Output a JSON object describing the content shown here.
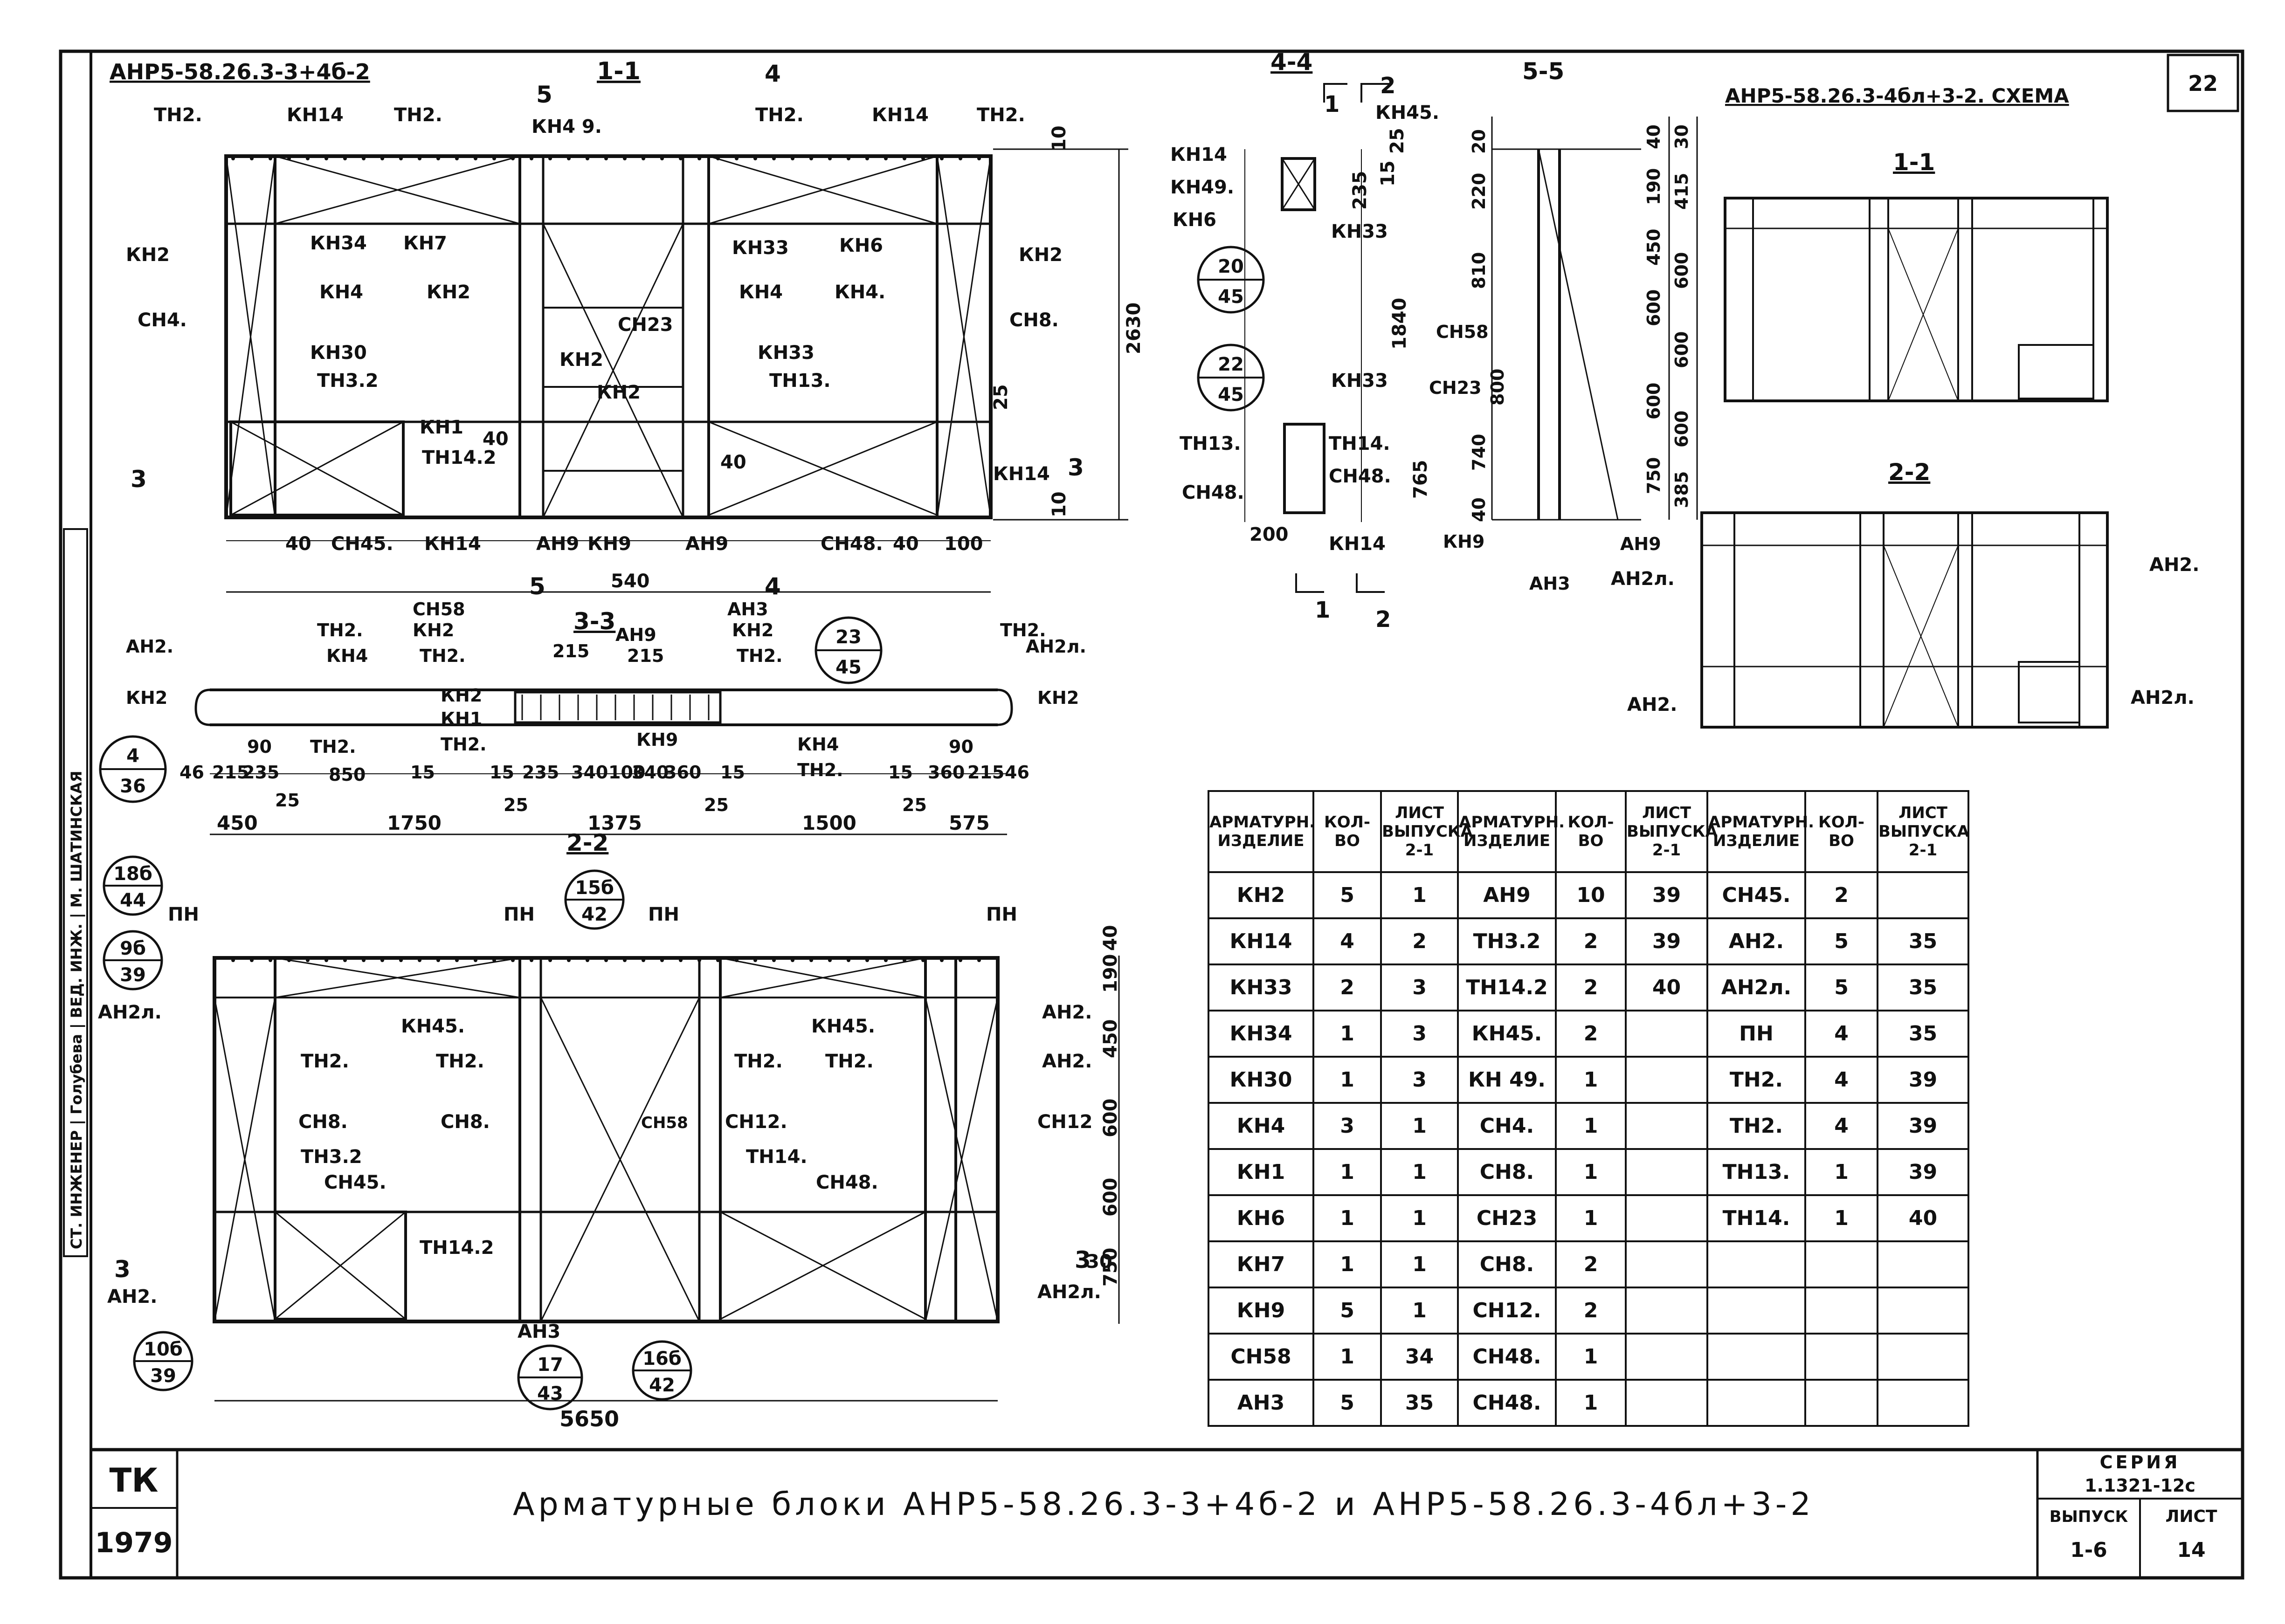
{
  "sheet": {
    "top_label": "АНР5-58.26.3-3+4б-2",
    "scheme_label": "АНР5-58.26.3-4бл+3-2. СХЕМА",
    "page_number": "22",
    "title": "Арматурные блоки  АНР5-58.26.3-3+4б-2  и  АНР5-58.26.3-4бл+3-2",
    "stamp_org": "ТК",
    "stamp_year": "1979",
    "series_label": "СЕРИЯ",
    "series_value": "1.1321-12с",
    "issue_label": "ВЫПУСК",
    "issue_value": "1-6",
    "sheet_label": "ЛИСТ",
    "sheet_value": "14",
    "signature_block": "СТ. ИНЖЕНЕР | Голубева | ВЕД. ИНЖ. | М. ШАТИНСКАЯ"
  },
  "sections": {
    "s11": "1-1",
    "s22": "2-2",
    "s33": "3-3",
    "s44": "4-4",
    "s55": "5-5",
    "scheme11": "1-1",
    "scheme22": "2-2"
  },
  "labels": {
    "tn2": "ТН2.",
    "kn14": "КН14",
    "kn49": "КН4 9.",
    "kn2": "КН2",
    "sn4": "СН4.",
    "kn34": "КН34",
    "kn7": "КН7",
    "kn33": "КН33",
    "kn6": "КН6",
    "kn4": "КН4",
    "kn4d": "КН4.",
    "sn8": "СН8.",
    "sn23": "СН23",
    "kn30": "КН30",
    "tn32": "ТН3.2",
    "tn13": "ТН13.",
    "kn1": "КН1",
    "tn142": "ТН14.2",
    "an9": "АН9",
    "kn9": "КН9",
    "sn45": "СН45.",
    "sn48": "СН48.",
    "sn58": "СН58",
    "an3": "АН3",
    "an2": "АН2.",
    "an2l": "АН2л.",
    "kn45": "КН45.",
    "kn49b": "КН49.",
    "tn14": "ТН14.",
    "pn": "ПН",
    "sn12": "СН12.",
    "sn12b": "СН12",
    "kn45b": "КН45."
  },
  "dims": {
    "d540": "540",
    "d2630": "2630",
    "d1840": "1840",
    "d450": "450",
    "d1750": "1750",
    "d1375": "1375",
    "d1500": "1500",
    "d575": "575",
    "d5650": "5650",
    "d850": "850",
    "d40": "40",
    "d100": "100",
    "d10": "10",
    "d25": "25",
    "d15": "15",
    "d90": "90",
    "d46": "46",
    "d215": "215",
    "d235": "235",
    "d340": "340",
    "d360": "360",
    "d200": "200",
    "d765": "765",
    "d220": "220",
    "d810": "810",
    "d800": "800",
    "d740": "740",
    "d190": "190",
    "d600": "600",
    "d750": "750",
    "d385": "385",
    "d415": "415",
    "d30": "30",
    "d20": "20",
    "d3": "3",
    "d4": "4",
    "d5": "5",
    "d1": "1",
    "d2": "2"
  },
  "bubbles": [
    {
      "top": "20",
      "bottom": "45"
    },
    {
      "top": "22",
      "bottom": "45"
    },
    {
      "top": "4",
      "bottom": "36"
    },
    {
      "top": "23",
      "bottom": "45"
    },
    {
      "top": "18б",
      "bottom": "44"
    },
    {
      "top": "9б",
      "bottom": "39"
    },
    {
      "top": "15б",
      "bottom": "42"
    },
    {
      "top": "10б",
      "bottom": "39"
    },
    {
      "top": "17",
      "bottom": "43"
    },
    {
      "top": "16б",
      "bottom": "42"
    }
  ],
  "table": {
    "headers": [
      [
        "АРМАТУРН.",
        "ИЗДЕЛИЕ"
      ],
      [
        "КОЛ-ВО"
      ],
      [
        "ЛИСТ",
        "ВЫПУСКА",
        "2-1"
      ],
      [
        "АРМАТУРН.",
        "ИЗДЕЛИЕ"
      ],
      [
        "КОЛ-ВО"
      ],
      [
        "ЛИСТ",
        "ВЫПУСКА",
        "2-1"
      ],
      [
        "АРМАТУРН.",
        "ИЗДЕЛИЕ"
      ],
      [
        "КОЛ-ВО"
      ],
      [
        "ЛИСТ",
        "ВЫПУСКА",
        "2-1"
      ]
    ],
    "rows": [
      [
        "КН2",
        "5",
        "1",
        "АН9",
        "10",
        "39",
        "СН45.",
        "2",
        ""
      ],
      [
        "КН14",
        "4",
        "2",
        "ТН3.2",
        "2",
        "39",
        "АН2.",
        "5",
        "35"
      ],
      [
        "КН33",
        "2",
        "3",
        "ТН14.2",
        "2",
        "40",
        "АН2л.",
        "5",
        "35"
      ],
      [
        "КН34",
        "1",
        "3",
        "КН45.",
        "2",
        "",
        "ПН",
        "4",
        "35"
      ],
      [
        "КН30",
        "1",
        "3",
        "КН 49.",
        "1",
        "",
        "ТН2.",
        "4",
        "39"
      ],
      [
        "КН4",
        "3",
        "1",
        "СН4.",
        "1",
        "",
        "ТН2.",
        "4",
        "39"
      ],
      [
        "КН1",
        "1",
        "1",
        "СН8.",
        "1",
        "",
        "ТН13.",
        "1",
        "39"
      ],
      [
        "КН6",
        "1",
        "1",
        "СН23",
        "1",
        "",
        "ТН14.",
        "1",
        "40"
      ],
      [
        "КН7",
        "1",
        "1",
        "СН8.",
        "2",
        "",
        "",
        "",
        ""
      ],
      [
        "КН9",
        "5",
        "1",
        "СН12.",
        "2",
        "",
        "",
        "",
        ""
      ],
      [
        "СН58",
        "1",
        "34",
        "СН48.",
        "1",
        "",
        "",
        "",
        ""
      ],
      [
        "АН3",
        "5",
        "35",
        "СН48.",
        "1",
        "",
        "",
        "",
        ""
      ]
    ]
  }
}
